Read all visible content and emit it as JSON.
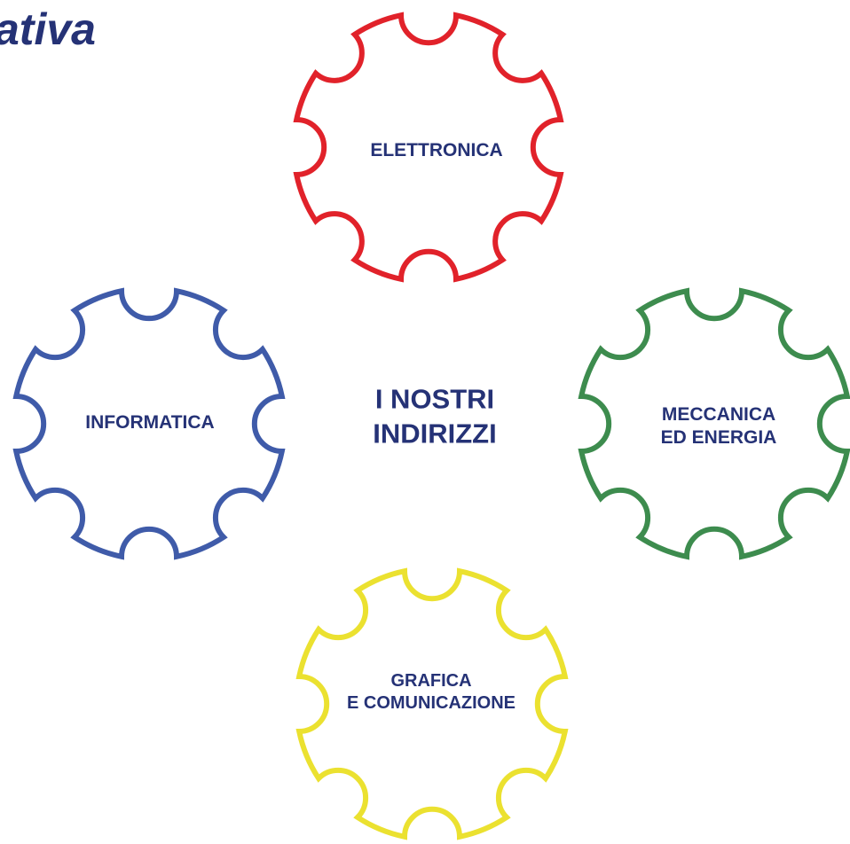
{
  "heading": "ativa",
  "center_label": {
    "line1": "I NOSTRI",
    "line2": "INDIRIZZI"
  },
  "gears": [
    {
      "id": "elettronica",
      "lines": [
        "ELETTRONICA"
      ],
      "color": "#e1222a"
    },
    {
      "id": "informatica",
      "lines": [
        "INFORMATICA"
      ],
      "color": "#3f5ba9"
    },
    {
      "id": "meccanica",
      "lines": [
        "MECCANICA",
        "ED ENERGIA"
      ],
      "color": "#3d8c4e"
    },
    {
      "id": "grafica",
      "lines": [
        "GRAFICA",
        "E COMUNICAZIONE"
      ],
      "color": "#ebe130"
    }
  ],
  "colors": {
    "text": "#253276"
  }
}
